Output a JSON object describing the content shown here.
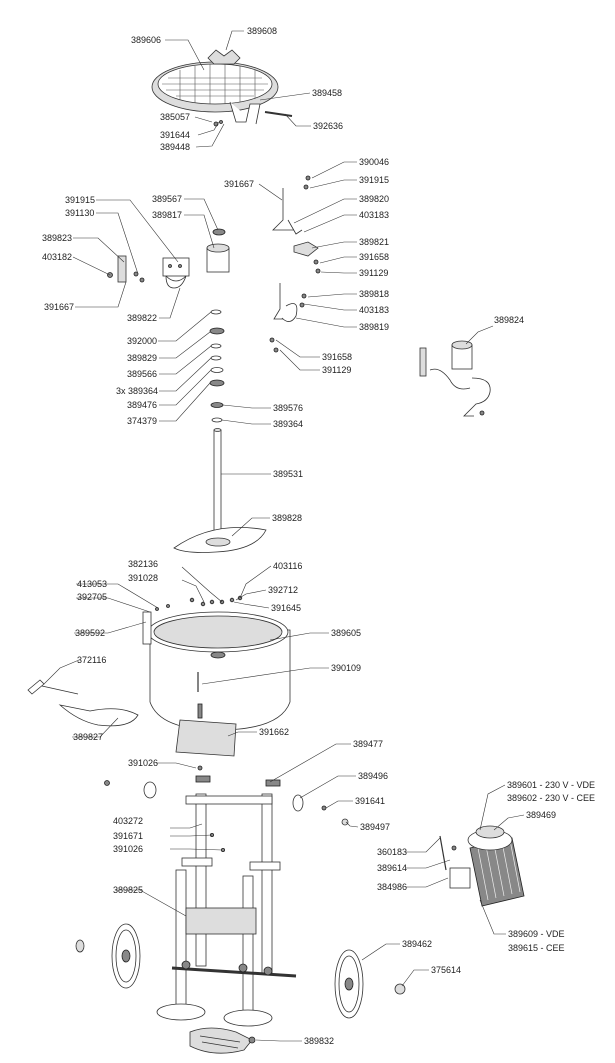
{
  "part_labels": {
    "p389608": "389608",
    "p389606": "389606",
    "p389458": "389458",
    "p392636": "392636",
    "p385057": "385057",
    "p391644": "391644",
    "p389448": "389448",
    "p390046": "390046",
    "p391667a": "391667",
    "p391915a": "391915",
    "p389820": "389820",
    "p403183a": "403183",
    "p389821": "389821",
    "p391658a": "391658",
    "p391129a": "391129",
    "p389818": "389818",
    "p403183b": "403183",
    "p389819": "389819",
    "p391658b": "391658",
    "p391129b": "391129",
    "p391915b": "391915",
    "p391130": "391130",
    "p389823": "389823",
    "p403182": "403182",
    "p391667b": "391667",
    "p389567": "389567",
    "p389817": "389817",
    "p389822": "389822",
    "p392000": "392000",
    "p389829": "389829",
    "p389566": "389566",
    "p3x389364": "3x 389364",
    "p389476": "389476",
    "p374379": "374379",
    "p389576": "389576",
    "p389364": "389364",
    "p389824": "389824",
    "p389531": "389531",
    "p389828": "389828",
    "p382136": "382136",
    "p391028": "391028",
    "p403116": "403116",
    "p413053": "413053",
    "p392705": "392705",
    "p392712": "392712",
    "p391645": "391645",
    "p389592": "389592",
    "p389605": "389605",
    "p372116": "372116",
    "p390109": "390109",
    "p389827": "389827",
    "p391662": "391662",
    "p389477": "389477",
    "p391026a": "391026",
    "p389496": "389496",
    "p389601": "389601 - 230 V - VDE",
    "p389602": "389602 - 230 V -  CEE",
    "p391641": "391641",
    "p389469": "389469",
    "p403272": "403272",
    "p391671": "391671",
    "p391026b": "391026",
    "p389497": "389497",
    "p360183": "360183",
    "p389614": "389614",
    "p384986": "384986",
    "p389825": "389825",
    "p389609": "389609 - VDE",
    "p389615": "389615 - CEE",
    "p389462": "389462",
    "p375614": "375614",
    "p389832": "389832"
  },
  "colors": {
    "line": "#333333",
    "fill_light": "#dddddd",
    "fill_dark": "#888888",
    "text": "#222222"
  }
}
